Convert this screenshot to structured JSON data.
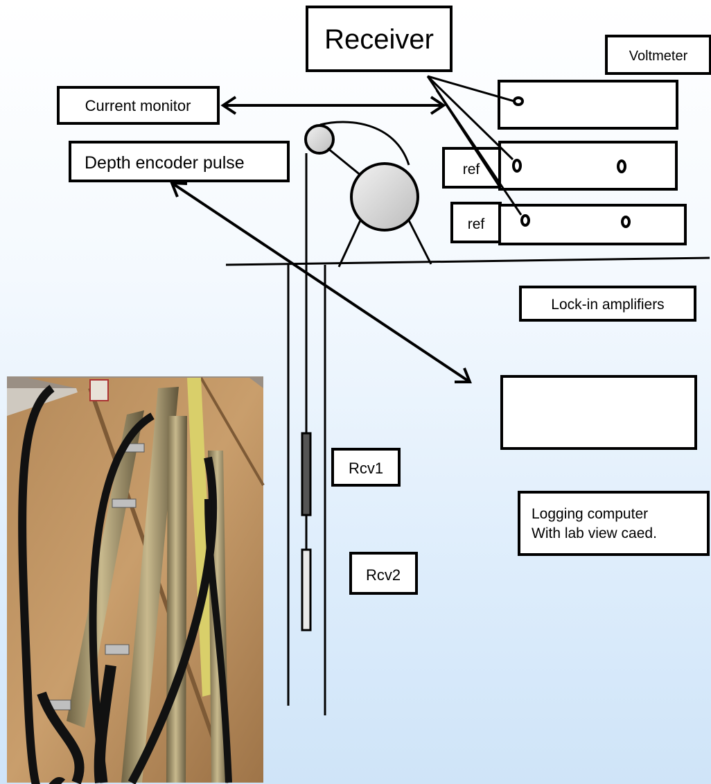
{
  "labels": {
    "receiver": "Receiver",
    "voltmeter": "Voltmeter",
    "current_monitor": "Current monitor",
    "depth_encoder": "Depth encoder pulse",
    "ref_1": "ref",
    "ref_2": "ref",
    "lockin": "Lock-in amplifiers",
    "rcv1": "Rcv1",
    "rcv2": "Rcv2",
    "logging_line1": "Logging computer",
    "logging_line2": "With lab view caed."
  },
  "colors": {
    "background_top": "#ffffff",
    "background_bottom": "#cfe4f8",
    "ink": "#000000",
    "pulley_fill": "#d8d8d8"
  }
}
